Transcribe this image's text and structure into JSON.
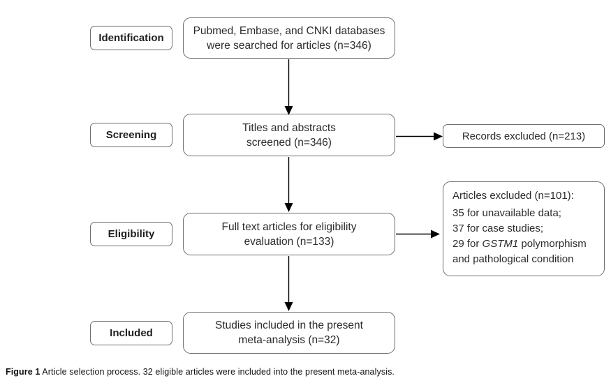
{
  "figure": {
    "stages": [
      {
        "label": "Identification"
      },
      {
        "label": "Screening"
      },
      {
        "label": "Eligibility"
      },
      {
        "label": "Included"
      }
    ],
    "process": [
      {
        "lines": [
          "Pubmed, Embase, and CNKI databases",
          "were searched for articles (n=346)"
        ]
      },
      {
        "lines": [
          "Titles and abstracts",
          "screened (n=346)"
        ]
      },
      {
        "lines": [
          "Full text articles for eligibility",
          "evaluation (n=133)"
        ]
      },
      {
        "lines": [
          "Studies included in the present",
          "meta-analysis (n=32)"
        ]
      }
    ],
    "exclusions": {
      "records": {
        "label": "Records excluded (n=213)"
      },
      "articles": {
        "title": "Articles excluded (n=101):",
        "reason1": "35 for unavailable data;",
        "reason2": "37 for case studies;",
        "reason3_prefix": "29 for ",
        "reason3_italic": "GSTM1",
        "reason3_suffix": " polymorphism",
        "reason4": "and pathological condition"
      }
    },
    "caption": {
      "label": "Figure 1",
      "text": " Article selection process. 32 eligible articles were included into the present meta-analysis."
    },
    "colors": {
      "box_border": "#6e6e6e",
      "arrow": "#000000",
      "background": "#ffffff",
      "text": "#2b2b2b"
    }
  }
}
